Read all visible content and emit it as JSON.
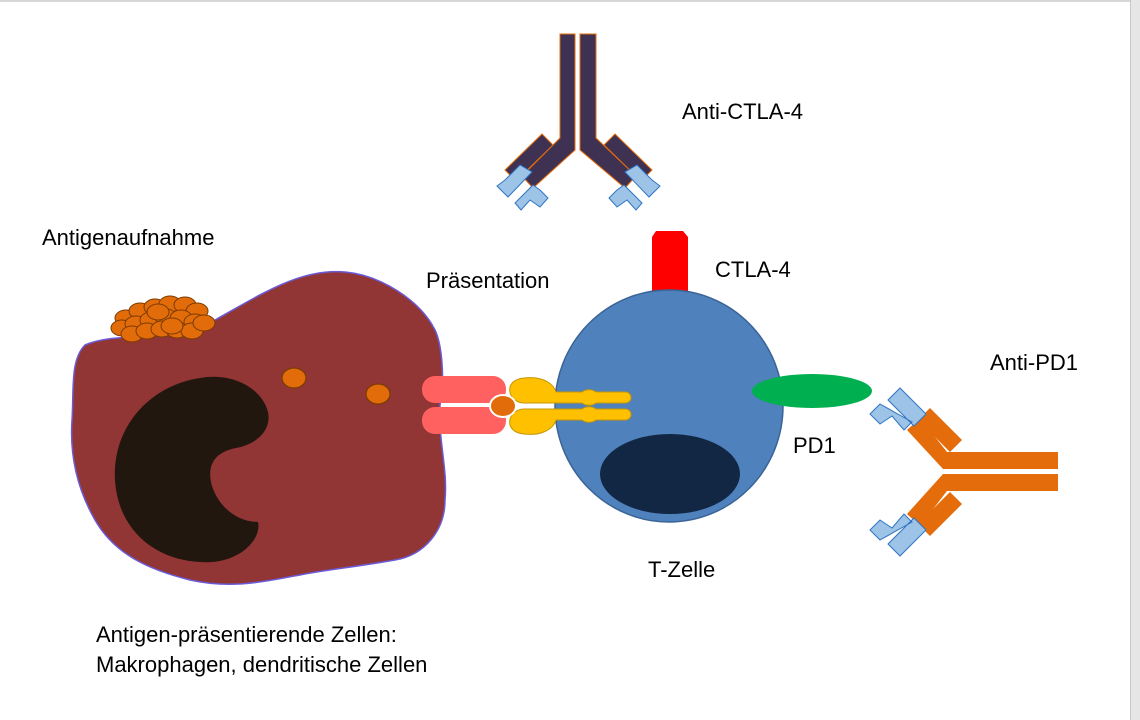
{
  "labels": {
    "anti_ctla4": "Anti-CTLA-4",
    "antigen_uptake": "Antigenaufnahme",
    "presentation": "Präsentation",
    "ctla4": "CTLA-4",
    "anti_pd1": "Anti-PD1",
    "pd1": "PD1",
    "t_cell": "T-Zelle",
    "apc_line1": "Antigen-präsentierende Zellen:",
    "apc_line2": "Makrophagen, dendritische Zellen"
  },
  "colors": {
    "apc_cell": "#923535",
    "apc_nucleus": "#22170f",
    "antigen": "#e36c0a",
    "mhc": "#ff6161",
    "tcr": "#ffc000",
    "t_cell": "#4f81bd",
    "t_cell_nucleus": "#122744",
    "ctla4": "#ff0000",
    "pd1": "#00b050",
    "anti_ctla4": "#3f3151",
    "anti_pd1": "#e46c0a",
    "fab_tip": "#9dc3e6"
  }
}
